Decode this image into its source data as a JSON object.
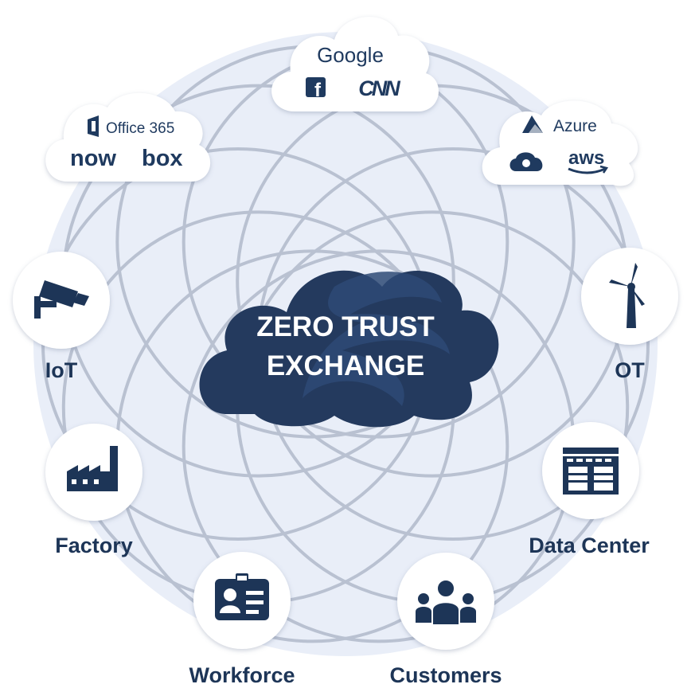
{
  "center": {
    "line1": "ZERO TRUST",
    "line2": "EXCHANGE"
  },
  "clouds": {
    "top": {
      "google": "Google"
    },
    "left": {
      "office": "Office 365",
      "now": "now",
      "box": "box"
    },
    "right": {
      "azure": "Azure",
      "aws": "aws"
    }
  },
  "nodes": {
    "iot": "IoT",
    "ot": "OT",
    "factory": "Factory",
    "datacenter": "Data Center",
    "workforce": "Workforce",
    "customers": "Customers"
  },
  "colors": {
    "navy": "#1d3557",
    "disc": "#e9eef8",
    "rings": "#aab4c6",
    "white": "#ffffff"
  },
  "icons": [
    "facebook-icon",
    "cnn-logo",
    "azure-icon",
    "google-cloud-icon",
    "aws-logo",
    "cctv-camera-icon",
    "wind-turbine-icon",
    "factory-icon",
    "data-center-icon",
    "id-badge-icon",
    "customers-icon"
  ]
}
